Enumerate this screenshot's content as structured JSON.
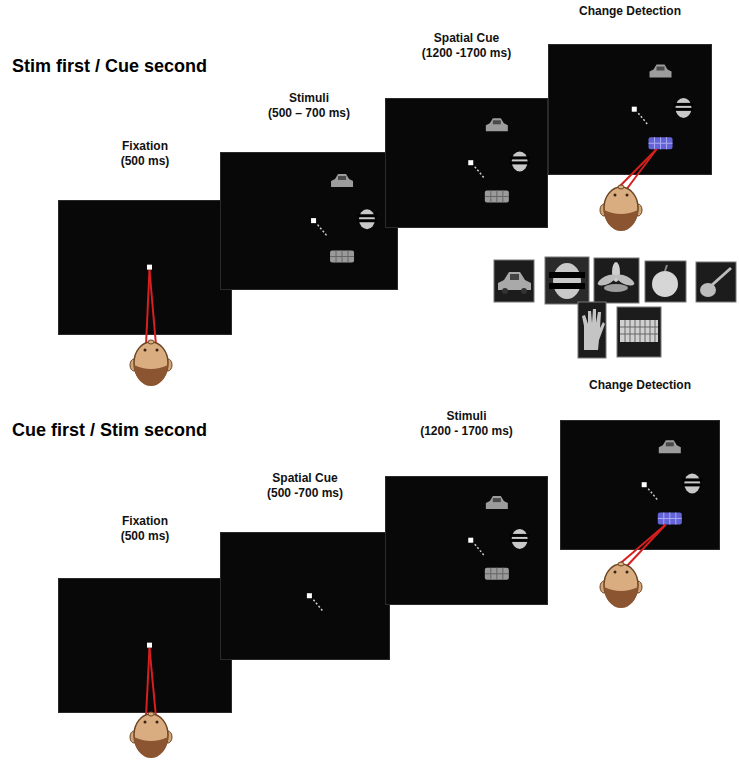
{
  "diagram": {
    "nodes": [
      {
        "text": [
          "Fixation (500 ms)"
        ]
      },
      {
        "text": [
          "Stimuli (500 – 700 ms)"
        ]
      },
      {
        "text": [
          "Spatial Cue (1200 -1700 ms)"
        ]
      },
      {
        "text": [
          "Change Detection"
        ]
      },
      {
        "text": [
          "Fixation (500 ms)"
        ]
      },
      {
        "text": [
          "Spatial Cue (500 -700 ms)"
        ]
      },
      {
        "text": [
          "Stimuli (1200 - 1700 ms)"
        ]
      },
      {
        "text": [
          "Change Detection"
        ]
      }
    ],
    "labels": [
      "Stim first / Cue second",
      "Cue first / Stim second"
    ]
  }
}
